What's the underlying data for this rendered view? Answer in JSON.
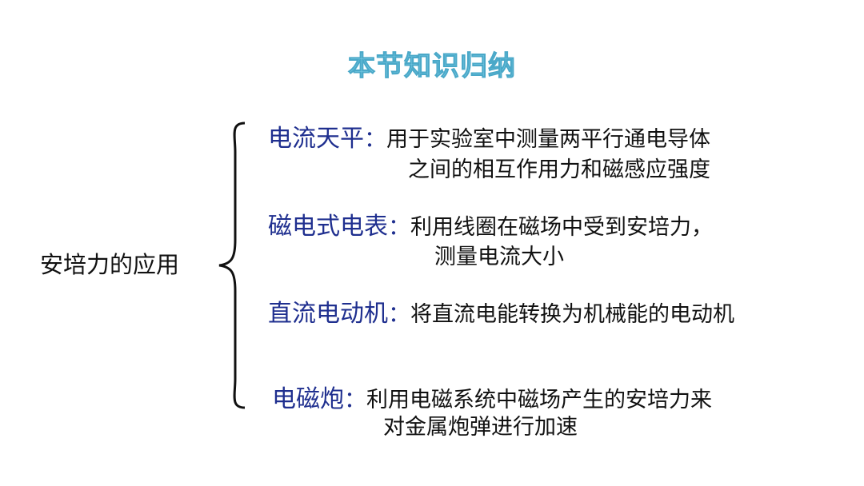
{
  "title": "本节知识归纳",
  "root": "安培力的应用",
  "items": [
    {
      "term": "电流天平",
      "colon": "：",
      "line1": "用于实验室中测量两平行通电导体",
      "line2": "之间的相互作用力和磁感应强度"
    },
    {
      "term": "磁电式电表",
      "colon": "：",
      "line1": "利用线圈在磁场中受到安培力，",
      "line2": "测量电流大小"
    },
    {
      "term": "直流电动机",
      "colon": "：",
      "line1": "将直流电能转换为机械能的电动机",
      "line2": ""
    },
    {
      "term": "电磁炮",
      "colon": "：",
      "line1": "利用电磁系统中磁场产生的安培力来",
      "line2": "对金属炮弹进行加速"
    }
  ]
}
